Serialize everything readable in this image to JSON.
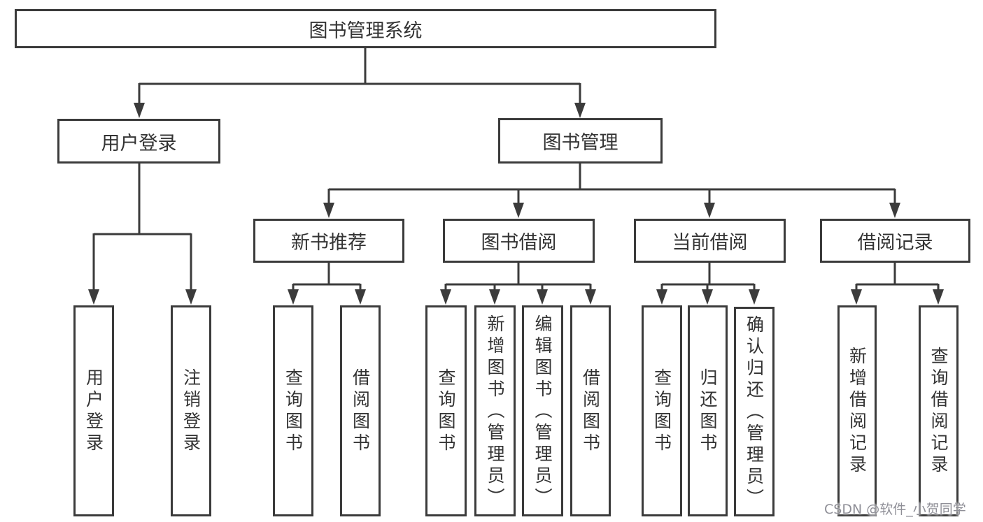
{
  "colors": {
    "background": "#ffffff",
    "line": "#3b3b3b",
    "node_border": "#3b3b3b",
    "node_text": "#333333",
    "watermark": "#8f8f97"
  },
  "watermark": "CSDN @软件_小贺同学",
  "tree": {
    "root": "图书管理系统",
    "children": [
      {
        "label": "用户登录",
        "children": [
          "用户登录",
          "注销登录"
        ]
      },
      {
        "label": "图书管理",
        "children": [
          {
            "label": "新书推荐",
            "children": [
              "查询图书",
              "借阅图书"
            ]
          },
          {
            "label": "图书借阅",
            "children": [
              "查询图书",
              "新增图书（管理员）",
              "编辑图书（管理员）",
              "借阅图书"
            ]
          },
          {
            "label": "当前借阅",
            "children": [
              "查询图书",
              "归还图书",
              "确认归还（管理员）"
            ]
          },
          {
            "label": "借阅记录",
            "children": [
              "新增借阅记录",
              "查询借阅记录"
            ]
          }
        ]
      }
    ]
  }
}
